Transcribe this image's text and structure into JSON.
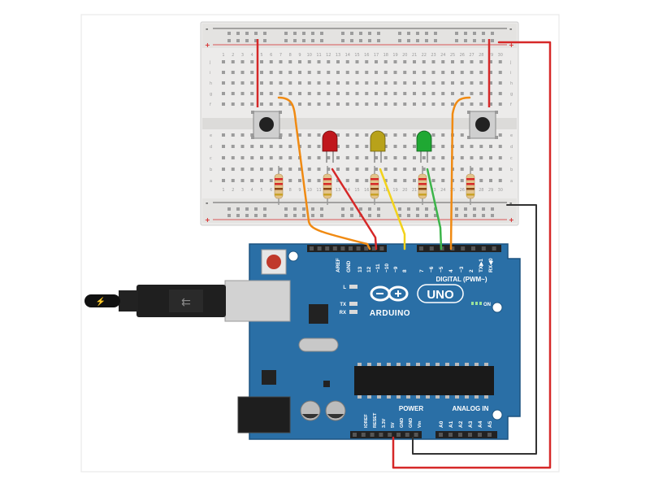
{
  "board": {
    "logo_text": "ARDUINO",
    "model": "UNO",
    "on_label": "ON",
    "digital_label": "DIGITAL (PWM~)",
    "digital_pins": [
      "AREF",
      "GND",
      "13",
      "12",
      "~11",
      "~10",
      "~9",
      "8",
      "7",
      "~6",
      "~5",
      "4",
      "~3",
      "2",
      "TX▶1",
      "RX◀0"
    ],
    "power_header": "POWER",
    "power_pins": [
      "IOREF",
      "RESET",
      "3.3V",
      "5V",
      "GND",
      "GND",
      "Vin"
    ],
    "analog_header": "ANALOG IN",
    "analog_pins": [
      "A0",
      "A1",
      "A2",
      "A3",
      "A4",
      "A5"
    ],
    "led_labels": [
      "L",
      "TX",
      "RX"
    ]
  },
  "breadboard": {
    "row_letters_top": [
      "j",
      "i",
      "h",
      "g",
      "f"
    ],
    "row_letters_bottom": [
      "e",
      "d",
      "c",
      "b",
      "a"
    ],
    "columns": 30,
    "rail_plus": "+",
    "rail_minus": "-"
  },
  "components": {
    "led_colors": [
      "#c0161c",
      "#b8a21a",
      "#1fa833"
    ]
  },
  "colors": {
    "board_blue": "#2a6fa6",
    "wire_red": "#d62828",
    "wire_orange": "#f08a12",
    "wire_yellow": "#f2d21b",
    "wire_green": "#3cb54a",
    "wire_black": "#333333"
  }
}
